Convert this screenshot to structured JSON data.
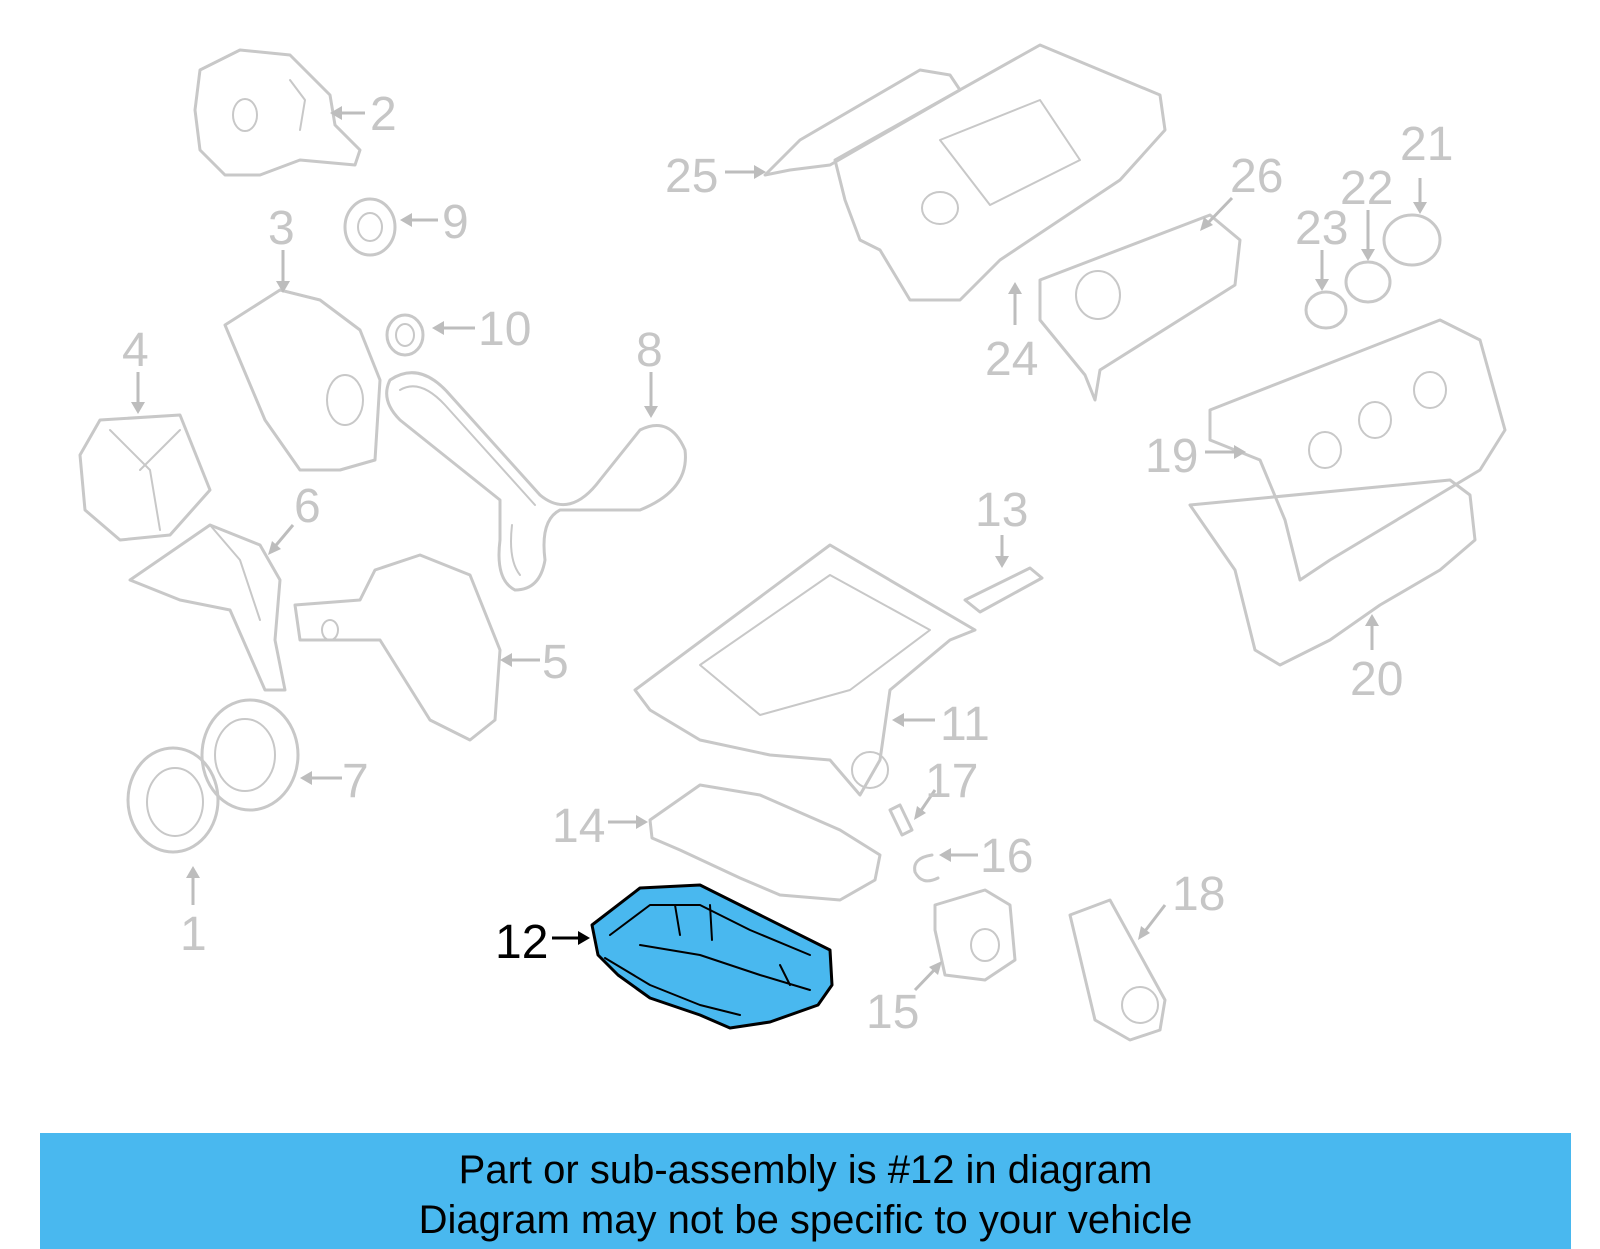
{
  "diagram": {
    "highlight": {
      "callout": "12",
      "color": "#49b8ef"
    },
    "callouts": [
      {
        "id": "c1",
        "label": "1"
      },
      {
        "id": "c2",
        "label": "2"
      },
      {
        "id": "c3",
        "label": "3"
      },
      {
        "id": "c4",
        "label": "4"
      },
      {
        "id": "c5",
        "label": "5"
      },
      {
        "id": "c6",
        "label": "6"
      },
      {
        "id": "c7",
        "label": "7"
      },
      {
        "id": "c8",
        "label": "8"
      },
      {
        "id": "c9",
        "label": "9"
      },
      {
        "id": "c10",
        "label": "10"
      },
      {
        "id": "c11",
        "label": "11"
      },
      {
        "id": "c12",
        "label": "12"
      },
      {
        "id": "c13",
        "label": "13"
      },
      {
        "id": "c14",
        "label": "14"
      },
      {
        "id": "c15",
        "label": "15"
      },
      {
        "id": "c16",
        "label": "16"
      },
      {
        "id": "c17",
        "label": "17"
      },
      {
        "id": "c18",
        "label": "18"
      },
      {
        "id": "c19",
        "label": "19"
      },
      {
        "id": "c20",
        "label": "20"
      },
      {
        "id": "c21",
        "label": "21"
      },
      {
        "id": "c22",
        "label": "22"
      },
      {
        "id": "c23",
        "label": "23"
      },
      {
        "id": "c24",
        "label": "24"
      },
      {
        "id": "c25",
        "label": "25"
      },
      {
        "id": "c26",
        "label": "26"
      }
    ]
  },
  "banner": {
    "line1": "Part or sub-assembly is #12 in diagram",
    "line2": "Diagram may not be specific to your vehicle",
    "color": "#49b8ef"
  }
}
